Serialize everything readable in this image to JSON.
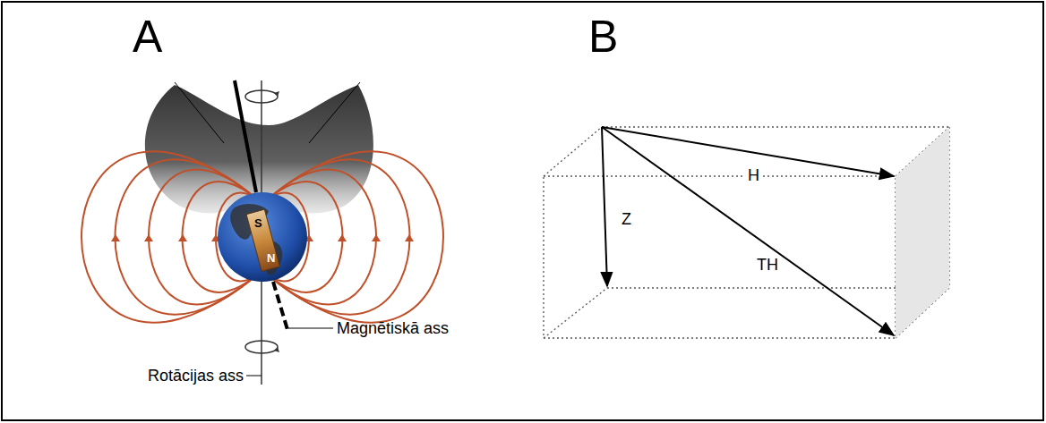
{
  "diagram": {
    "labels": [
      "A",
      "B",
      "S",
      "N",
      "Magnētiskā ass",
      "Rotācijas ass",
      "H",
      "Z",
      "TH"
    ]
  }
}
